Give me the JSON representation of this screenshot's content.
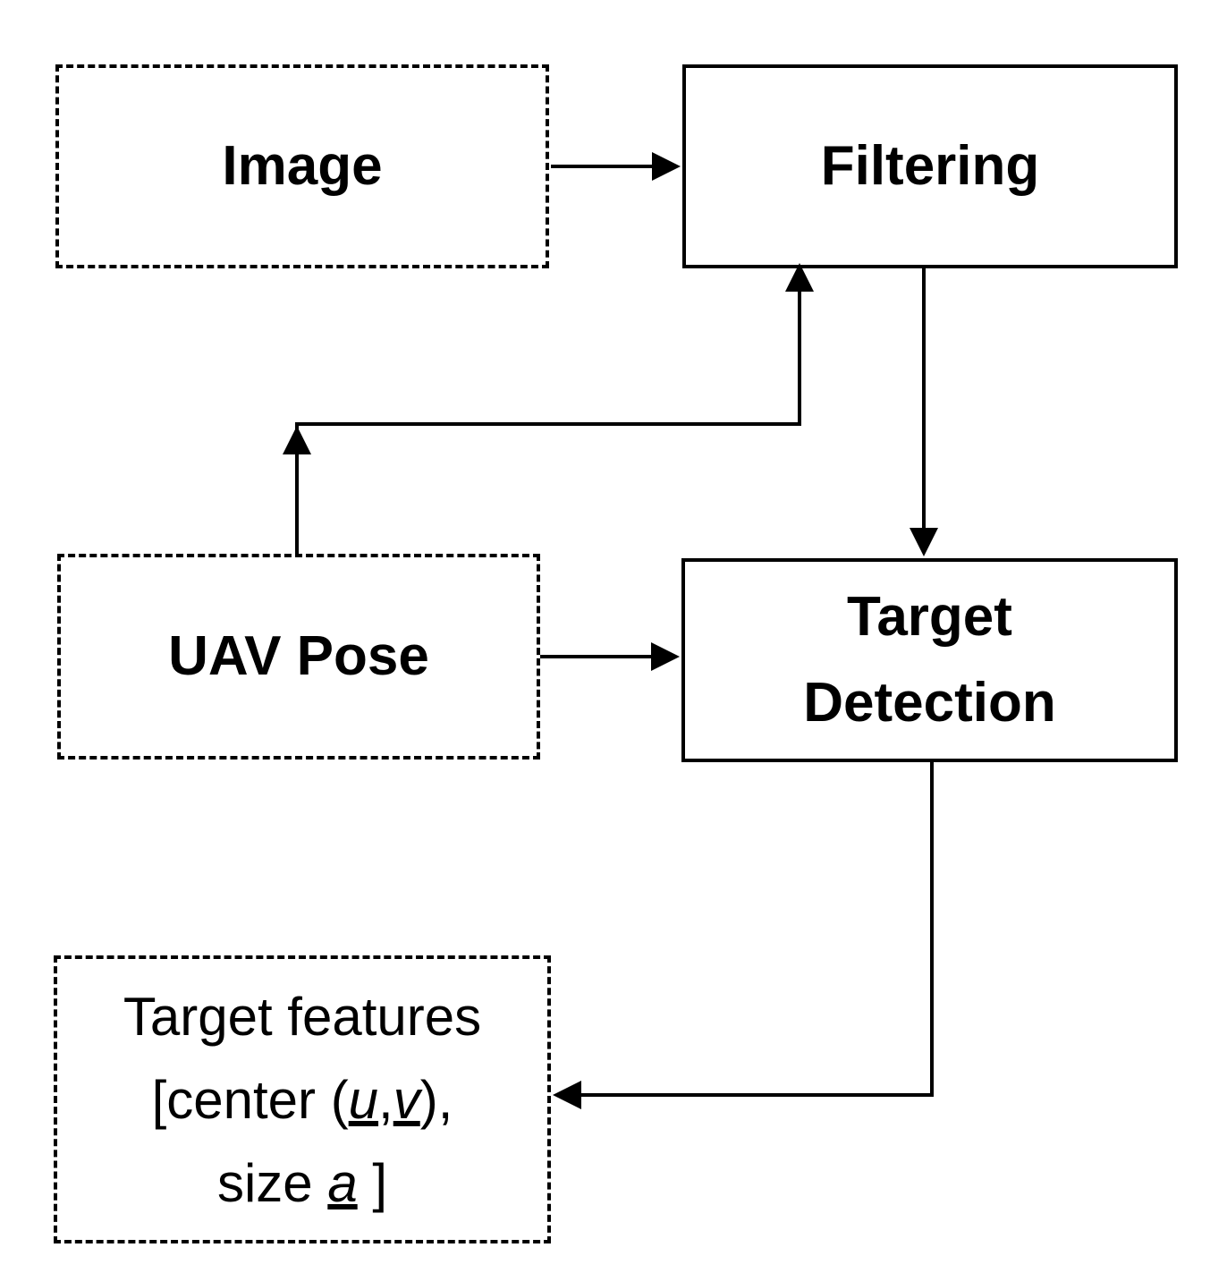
{
  "diagram": {
    "nodes": {
      "image": {
        "label": "Image",
        "style": "dashed"
      },
      "filtering": {
        "label": "Filtering",
        "style": "solid"
      },
      "uav_pose": {
        "label": "UAV Pose",
        "style": "dashed"
      },
      "target_detection": {
        "line1": "Target",
        "line2": "Detection",
        "style": "solid"
      },
      "target_features": {
        "line1": "Target features",
        "line2_prefix": "[center (",
        "var_u": "u",
        "comma": ",",
        "var_v": "v",
        "line2_suffix": "),",
        "line3_prefix": "size ",
        "var_a": "a",
        "line3_suffix": " ]",
        "style": "dashed"
      }
    },
    "edges": [
      {
        "from": "image",
        "to": "filtering"
      },
      {
        "from": "uav_pose",
        "to": "filtering"
      },
      {
        "from": "filtering",
        "to": "target_detection"
      },
      {
        "from": "uav_pose",
        "to": "target_detection"
      },
      {
        "from": "target_detection",
        "to": "target_features"
      }
    ],
    "colors": {
      "stroke": "#000000",
      "background": "#ffffff"
    }
  }
}
